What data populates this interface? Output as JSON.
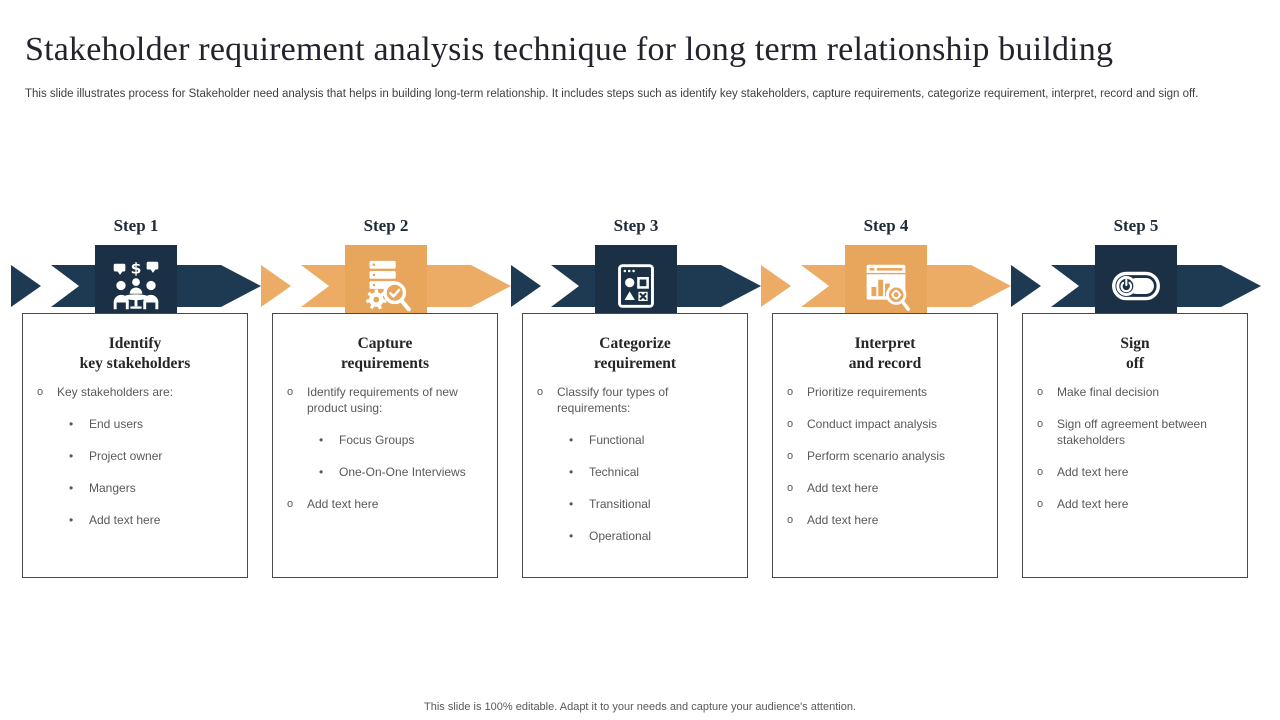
{
  "slide": {
    "title": "Stakeholder requirement analysis technique for long term relationship building",
    "subtitle": "This slide illustrates process for Stakeholder need analysis that helps in building long-term relationship. It includes steps such as identify key stakeholders, capture requirements, categorize requirement, interpret, record and sign off.",
    "footer": "This slide is 100% editable.  Adapt it to your needs and capture your audience's attention."
  },
  "colors": {
    "navy_square": "#1b3044",
    "navy_arrow": "#1e3a53",
    "orange_square": "#e8a55c",
    "orange_arrow": "#ecac66",
    "body_text": "#595959",
    "title_text": "#23232e",
    "card_border": "#4a4a4a"
  },
  "steps": [
    {
      "label": "Step 1",
      "theme": "navy",
      "icon": "meeting-icon",
      "title_lines": [
        "Identify",
        "key stakeholders"
      ],
      "items": [
        {
          "level": 1,
          "text": "Key stakeholders are:"
        },
        {
          "level": 2,
          "text": "End users"
        },
        {
          "level": 2,
          "text": "Project owner"
        },
        {
          "level": 2,
          "text": "Mangers"
        },
        {
          "level": 2,
          "text": "Add text here"
        }
      ]
    },
    {
      "label": "Step 2",
      "theme": "orange",
      "icon": "server-search-icon",
      "title_lines": [
        "Capture",
        "requirements"
      ],
      "items": [
        {
          "level": 1,
          "text": "Identify requirements of new product using:"
        },
        {
          "level": 2,
          "text": "Focus Groups"
        },
        {
          "level": 2,
          "text": "One-On-One Interviews"
        },
        {
          "level": 1,
          "text": "Add text here"
        }
      ]
    },
    {
      "label": "Step 3",
      "theme": "navy",
      "icon": "categories-window-icon",
      "title_lines": [
        "Categorize",
        "requirement"
      ],
      "items": [
        {
          "level": 1,
          "text": "Classify four types of requirements:"
        },
        {
          "level": 2,
          "text": "Functional"
        },
        {
          "level": 2,
          "text": "Technical"
        },
        {
          "level": 2,
          "text": "Transitional"
        },
        {
          "level": 2,
          "text": "Operational"
        }
      ]
    },
    {
      "label": "Step 4",
      "theme": "orange",
      "icon": "chart-analysis-icon",
      "title_lines": [
        "Interpret",
        "and record"
      ],
      "items": [
        {
          "level": 1,
          "text": "Prioritize requirements"
        },
        {
          "level": 1,
          "text": "Conduct impact analysis"
        },
        {
          "level": 1,
          "text": "Perform scenario analysis"
        },
        {
          "level": 1,
          "text": "Add text here"
        },
        {
          "level": 1,
          "text": "Add text here"
        }
      ]
    },
    {
      "label": "Step 5",
      "theme": "navy",
      "icon": "toggle-switch-icon",
      "title_lines": [
        "Sign",
        "off"
      ],
      "items": [
        {
          "level": 1,
          "text": "Make final decision"
        },
        {
          "level": 1,
          "text": "Sign off agreement between stakeholders"
        },
        {
          "level": 1,
          "text": "Add text here"
        },
        {
          "level": 1,
          "text": "Add text here"
        }
      ]
    }
  ]
}
